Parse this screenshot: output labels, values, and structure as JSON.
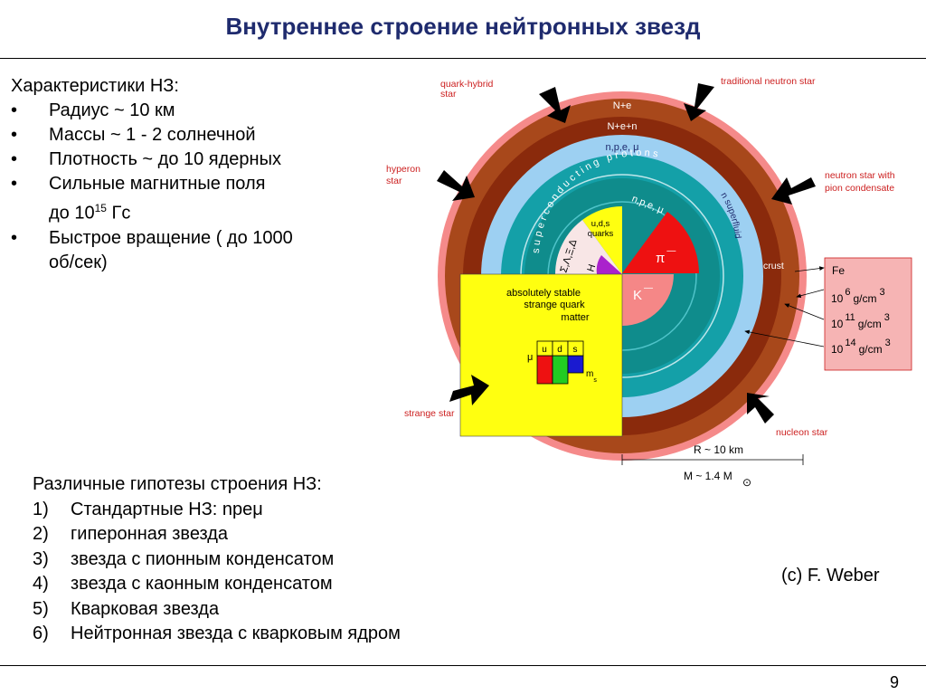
{
  "title": "Внутреннее строение нейтронных звезд",
  "characteristics": {
    "heading": "Характеристики НЗ:",
    "items": [
      {
        "pre": "Радиус ~ 10 км",
        "sup": "",
        "post": ""
      },
      {
        "pre": "Массы ~ 1 - 2 солнечной",
        "sup": "",
        "post": ""
      },
      {
        "pre": "Плотность ~ до 10 ядерных",
        "sup": "",
        "post": ""
      },
      {
        "pre": "Сильные магнитные поля",
        "sup": "",
        "post": ""
      },
      {
        "pre": "до 10",
        "sup": "15",
        "post": " Гс"
      },
      {
        "pre": "Быстрое вращение ( до 1000",
        "sup": "",
        "post": ""
      },
      {
        "pre": "об/сек)",
        "sup": "",
        "post": ""
      }
    ],
    "bullet": "•"
  },
  "hypotheses": {
    "heading": "Различные гипотезы строения НЗ:",
    "items": [
      {
        "num": "1)",
        "text": "Стандартные НЗ: npeμ"
      },
      {
        "num": "2)",
        "text": "гиперонная звезда"
      },
      {
        "num": "3)",
        "text": "звезда с пионным конденсатом"
      },
      {
        "num": "4)",
        "text": "звезда с каонным конденсатом"
      },
      {
        "num": "5)",
        "text": "Кварковая звезда"
      },
      {
        "num": "6)",
        "text": "Нейтронная звезда с кварковым ядром"
      }
    ]
  },
  "credit": "(c) F. Weber",
  "page_number": "9",
  "diagram": {
    "outer_labels": {
      "quark_hybrid": [
        "quark-hybrid",
        "star"
      ],
      "traditional": "traditional neutron star",
      "hyperon": [
        "hyperon",
        "star"
      ],
      "pion": [
        "neutron star with",
        "pion condensate"
      ],
      "crust": "crust",
      "strange": "strange star",
      "nucleon": "nucleon star"
    },
    "layers": {
      "ne": "N+e",
      "nen": "N+e+n",
      "npe_mu": "n,p,e, μ",
      "superconducting": "superconducting protons",
      "superfluid": "n superfluid",
      "inner_npe": "n,p,e, μ",
      "pion": "π",
      "kaon": "K",
      "uds": [
        "u,d,s",
        "quarks"
      ],
      "sigma": "Σ,Λ,Ξ,Δ",
      "h": "H"
    },
    "strange_quark": {
      "text": [
        "absolutely stable",
        "strange quark",
        "matter"
      ],
      "mu": "μ",
      "u": "u",
      "d": "d",
      "s": "s",
      "ms": "m",
      "ms_sub": "s"
    },
    "density_box": {
      "fe": "Fe",
      "rows": [
        {
          "base": "10",
          "exp": "6",
          "unit": "g/cm",
          "unit_exp": "3"
        },
        {
          "base": "10",
          "exp": "11",
          "unit": "g/cm",
          "unit_exp": "3"
        },
        {
          "base": "10",
          "exp": "14",
          "unit": "g/cm",
          "unit_exp": "3"
        }
      ]
    },
    "radius_label": "R ~ 10 km",
    "mass_label": "M ~ 1.4 M",
    "sun_symbol": "⊙"
  },
  "colors": {
    "title": "#1f2b6e",
    "pink_outer": "#f58a8a",
    "brown_outer": "#a8481b",
    "brown_inner": "#8a2a0c",
    "light_blue": "#9dd0f2",
    "teal": "#14a0a8",
    "dark_teal": "#0f8c8c",
    "yellow": "#ffff10",
    "red": "#ee1111",
    "salmon": "#f58787",
    "label_red": "#cc1f1f",
    "box_fill": "#f6b4b4"
  }
}
